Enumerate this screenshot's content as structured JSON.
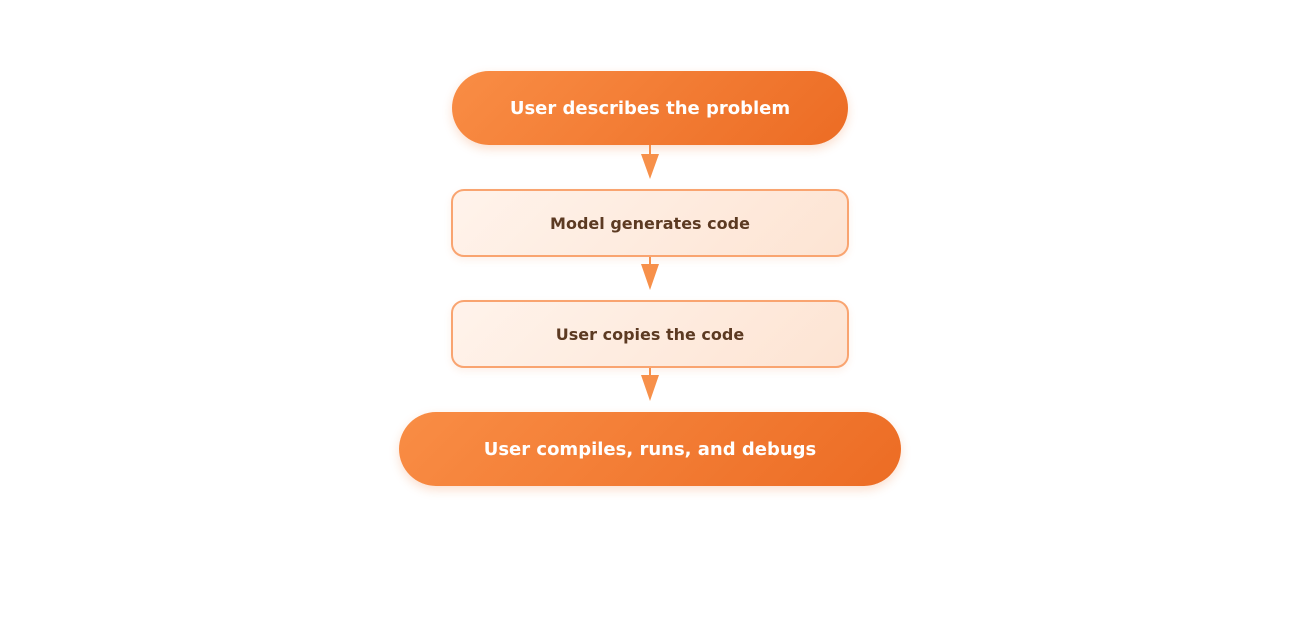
{
  "flowchart": {
    "steps": [
      {
        "id": "start",
        "shape": "terminal",
        "label": "User describes the problem"
      },
      {
        "id": "generate",
        "shape": "process",
        "label": "Model generates code"
      },
      {
        "id": "copy",
        "shape": "process",
        "label": "User copies the code"
      },
      {
        "id": "end",
        "shape": "terminal",
        "label": "User compiles, runs, and debugs"
      }
    ],
    "connections": [
      {
        "from": "start",
        "to": "generate"
      },
      {
        "from": "generate",
        "to": "copy"
      },
      {
        "from": "copy",
        "to": "end"
      }
    ],
    "colors": {
      "terminal_fill_start": "#f98d45",
      "terminal_fill_end": "#ec6c24",
      "process_fill": "#fff0e6",
      "process_border": "#f9a470",
      "arrow": "#f7904a",
      "terminal_text": "#ffffff",
      "process_text": "#5c3a22"
    }
  }
}
